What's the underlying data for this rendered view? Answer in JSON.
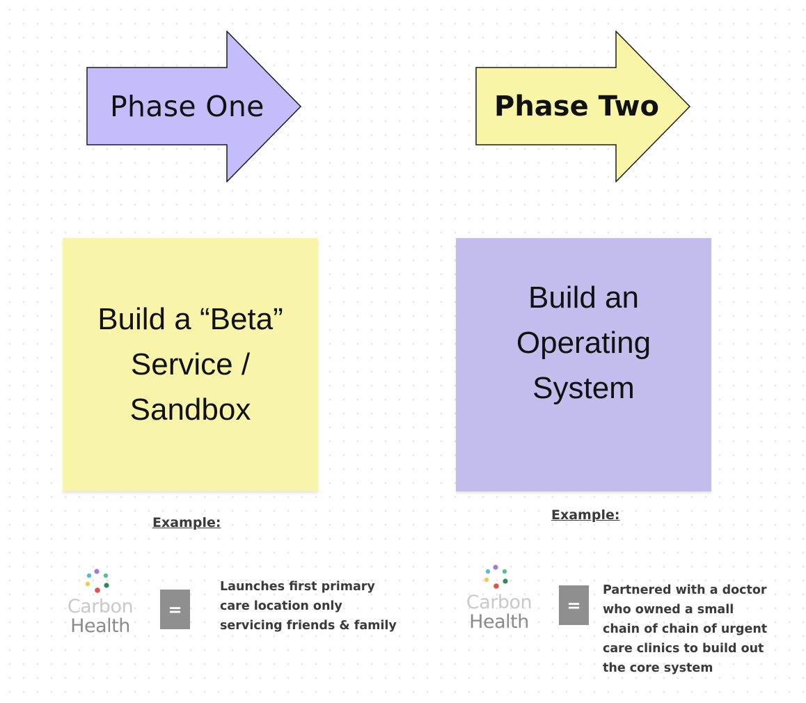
{
  "phases": [
    {
      "arrow_label": "Phase One",
      "arrow_color": "#c5bcfb",
      "card_lines": [
        "Build a “Beta”",
        "Service /",
        "Sandbox"
      ],
      "card_color": "#f8f5aa",
      "example_label": "Example:",
      "logo_words": [
        "Carbon",
        "Health"
      ],
      "equals": "=",
      "description_lines": [
        "Launches first primary",
        "care location only",
        "servicing friends & family"
      ]
    },
    {
      "arrow_label": "Phase Two",
      "arrow_color": "#f8f6a6",
      "card_lines": [
        "Build an",
        "Operating",
        "System"
      ],
      "card_color": "#c3bdee",
      "example_label": "Example:",
      "logo_words": [
        "Carbon",
        "Health"
      ],
      "equals": "=",
      "description_lines": [
        "Partnered with a doctor",
        "who owned a small",
        "chain of chain of urgent",
        "care clinics to build out",
        "the core system"
      ]
    }
  ],
  "colors": {
    "arrow_stroke": "#1a1a1a",
    "logo_dots": [
      "#9b7fd4",
      "#5bb6e8",
      "#58c18a",
      "#f2c94c",
      "#2e8b57",
      "#e0524a"
    ]
  }
}
